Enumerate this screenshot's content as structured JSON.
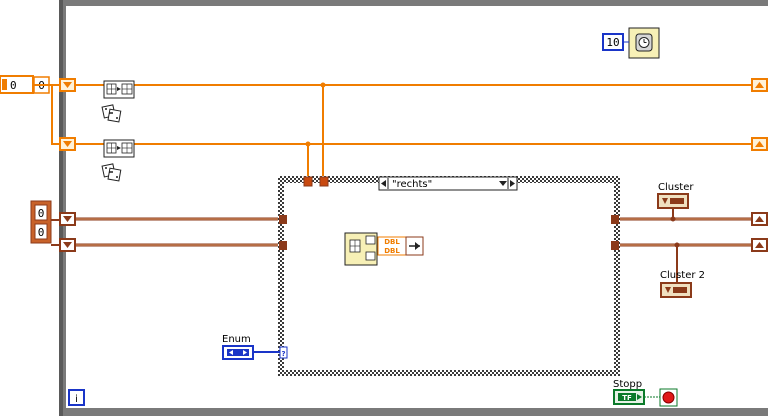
{
  "diagram": {
    "case_selector": {
      "value": "\"rechts\""
    },
    "wait_constant": {
      "value": "10"
    },
    "enum_terminal": {
      "label": "Enum"
    },
    "cluster_indicator": {
      "label": "Cluster"
    },
    "cluster2_indicator": {
      "label": "Cluster 2"
    },
    "stop_button": {
      "label": "Stopp",
      "value": "TF"
    },
    "iteration_terminal": {
      "value": "i"
    },
    "left_constant_top": {
      "value": "0"
    },
    "left_constant_small": {
      "value": "0"
    },
    "cluster_constant": {
      "values": [
        "0",
        "0"
      ]
    },
    "dbl_labels": [
      "DBL",
      "DBL"
    ],
    "query_terminal": {
      "value": "?"
    }
  },
  "colors": {
    "wire_orange": "#f07d00",
    "wire_brown": "#8b3a1a",
    "loop_border": "#7a7a7a",
    "case_border": "#3a3a3a",
    "enum_blue": "#1a35c8",
    "bool_green": "#0b7a2a",
    "stop_red": "#e01818"
  }
}
